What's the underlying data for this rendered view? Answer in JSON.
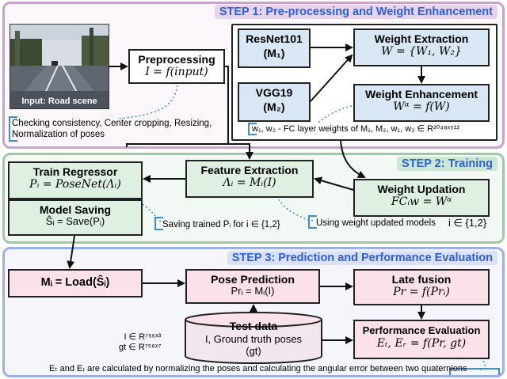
{
  "steps": {
    "step1": "STEP 1: Pre-processing and Weight Enhancement",
    "step2": "STEP 2: Training",
    "step3": "STEP 3: Prediction and Performance Evaluation"
  },
  "input_image": {
    "caption": "Input: Road scene"
  },
  "preprocessing": {
    "title": "Preprocessing",
    "formula": "I = f(input)"
  },
  "preprocess_note": {
    "line1": "Checking consistency, Center cropping, Resizing,",
    "line2": "Normalization of poses"
  },
  "resnet": {
    "name": "ResNet101",
    "model": "(M₁)"
  },
  "vgg": {
    "name": "VGG19",
    "model": "(M₂)"
  },
  "weight_extraction": {
    "title": "Weight Extraction",
    "formula": "W = {W₁, W₂}"
  },
  "weight_enhancement": {
    "title": "Weight Enhancement",
    "formula": "Wᵅ = f(W)"
  },
  "weights_note": "w₁, w₂ - FC layer weights of M₁, M₂, w₁, w₂ ∈ R²⁰⁴⁸ˣ⁵¹²",
  "train_regressor": {
    "title": "Train Regressor",
    "formula": "Pᵢ = PoseNet(Λᵢ)"
  },
  "feature_extraction": {
    "title": "Feature Extraction",
    "formula": "Λᵢ = Mᵢ(I)"
  },
  "weight_updation": {
    "title": "Weight Updation",
    "formula": "FCᵢw = Wᵅ"
  },
  "model_saving": {
    "title": "Model Saving",
    "formula": "Ŝᵢ = Save(Pᵢ)"
  },
  "saving_note": "Saving trained Pᵢ for i ∈ {1,2}",
  "updated_note": "Using weight updated models",
  "i_set": "i ∈ {1,2}",
  "load": {
    "title": "Mᵢ = Load(Ŝᵢ)"
  },
  "pose_prediction": {
    "title": "Pose Prediction",
    "formula": "Prᵢ = Mᵢ(I)"
  },
  "late_fusion": {
    "title": "Late fusion",
    "formula": "Pr = f(Prᵢ)"
  },
  "test_data": {
    "title": "Test data",
    "line1": "I, Ground truth poses",
    "line2": "(gt)"
  },
  "dims": {
    "i": "I ∈ R⁷⁵⁶ˣ³",
    "gt": "gt ∈ R⁷⁵⁶ˣ⁷"
  },
  "performance": {
    "title": "Performance  Evaluation",
    "formula": "Eₜ, Eᵣ = f(Pr, gt)"
  },
  "footnote": "Eₜ and Eᵣ are calculated by normalizing the poses and calculating the angular error between two quaternions"
}
